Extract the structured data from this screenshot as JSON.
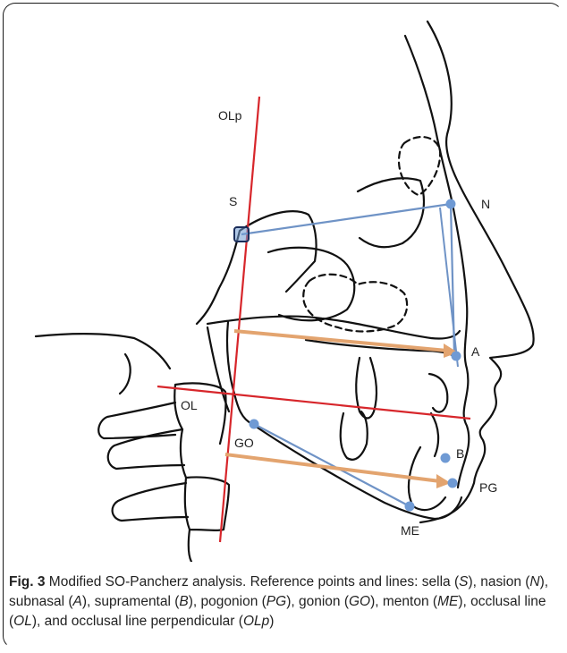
{
  "figure": {
    "labels": {
      "olp": "OLp",
      "s": "S",
      "n": "N",
      "a": "A",
      "ol": "OL",
      "go": "GO",
      "b": "B",
      "pg": "PG",
      "me": "ME"
    },
    "colors": {
      "red_line": "#d7262b",
      "blue_line": "#6f93c6",
      "orange_arrow": "#e3a46f",
      "point": "#6f9ad4",
      "outline": "#111111"
    }
  },
  "caption": {
    "fig_label": "Fig. 3",
    "title": " Modified SO-Pancherz analysis. Reference points and lines:",
    "parts": [
      {
        "t": " sella (",
        "i": "S"
      },
      {
        "t": "), nasion (",
        "i": "N"
      },
      {
        "t": "), subnasal (",
        "i": "A"
      },
      {
        "t": "), supramental (",
        "i": "B"
      },
      {
        "t": "), pogonion (",
        "i": "PG"
      },
      {
        "t": "), gonion (",
        "i": "GO"
      },
      {
        "t": "), menton (",
        "i": "ME"
      },
      {
        "t": "), occlusal line (",
        "i": "OL"
      },
      {
        "t": "), and occlusal line perpendicular (",
        "i": "OLp"
      },
      {
        "t": ")",
        "i": ""
      }
    ]
  }
}
